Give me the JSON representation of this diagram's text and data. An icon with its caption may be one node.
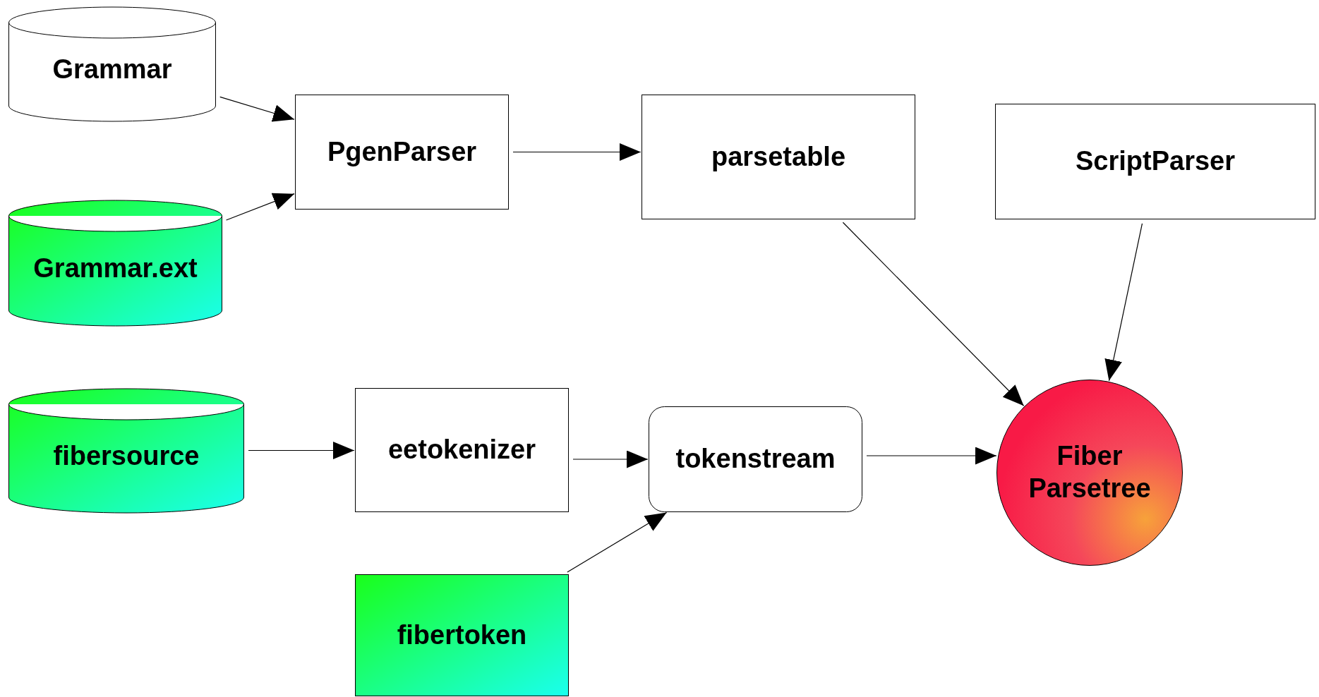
{
  "diagram": {
    "nodes": [
      {
        "text": [
          "Grammar"
        ]
      },
      {
        "text": [
          "Grammar.ext"
        ]
      },
      {
        "text": [
          "fibersource"
        ]
      },
      {
        "text": [
          "PgenParser"
        ]
      },
      {
        "text": [
          "parsetable"
        ]
      },
      {
        "text": [
          "ScriptParser"
        ]
      },
      {
        "text": [
          "eetokenizer"
        ]
      },
      {
        "text": [
          "tokenstream"
        ]
      },
      {
        "text": [
          "fibertoken"
        ]
      },
      {
        "text": [
          "Fiber Parsetree"
        ]
      }
    ],
    "edges": [
      {
        "from": 0,
        "to": 3,
        "arrow": "to"
      },
      {
        "from": 1,
        "to": 3,
        "arrow": "to"
      },
      {
        "from": 3,
        "to": 4,
        "arrow": "to"
      },
      {
        "from": 4,
        "to": 9,
        "arrow": "to"
      },
      {
        "from": 5,
        "to": 9,
        "arrow": "to"
      },
      {
        "from": 2,
        "to": 6,
        "arrow": "to"
      },
      {
        "from": 6,
        "to": 7,
        "arrow": "to"
      },
      {
        "from": 8,
        "to": 7,
        "arrow": "to"
      },
      {
        "from": 7,
        "to": 9,
        "arrow": "to"
      }
    ]
  }
}
